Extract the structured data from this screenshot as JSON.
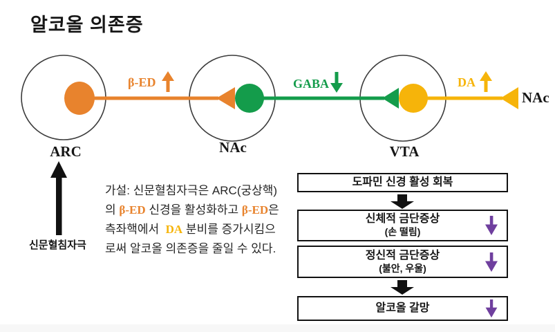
{
  "title": "알코올 의존증",
  "colors": {
    "orange": "#E8832D",
    "green": "#149C4B",
    "gold": "#F6B40A",
    "purple": "#6F3F9E",
    "black": "#111111",
    "bottom_strip": "#f7f7f7"
  },
  "neurons": {
    "arc": {
      "label": "ARC"
    },
    "nac": {
      "label": "NAc"
    },
    "vta": {
      "label": "VTA"
    },
    "target": {
      "label": "NAc"
    }
  },
  "pathways": {
    "bed": {
      "label": "β-ED",
      "direction": "up"
    },
    "gaba": {
      "label": "GABA",
      "direction": "down"
    },
    "da": {
      "label": "DA",
      "direction": "up"
    }
  },
  "stimulus": {
    "label": "신문혈침자극"
  },
  "hypothesis": {
    "l1": "가설: 신문혈침자극은 ARC(궁상핵)",
    "l2a": "의 ",
    "l2b": "β-ED",
    "l2c": " 신경을 활성화하고 ",
    "l2d": "β-ED",
    "l2e": "은",
    "l3a": "측좌핵에서  ",
    "l3b": "DA",
    "l3c": " 분비를 증가시킴으",
    "l4": "로써 알코올 의존증을 줄일 수 있다."
  },
  "flowchart": {
    "box1": {
      "line1": "도파민 신경 활성 회복"
    },
    "box2": {
      "line1": "신체적 금단증상",
      "line2": "(손 떨림)",
      "trend": "down"
    },
    "box3": {
      "line1": "정신적 금단증상",
      "line2": "(불안, 우울)",
      "trend": "down"
    },
    "box4": {
      "line1": "알코올 갈망",
      "trend": "down"
    }
  }
}
